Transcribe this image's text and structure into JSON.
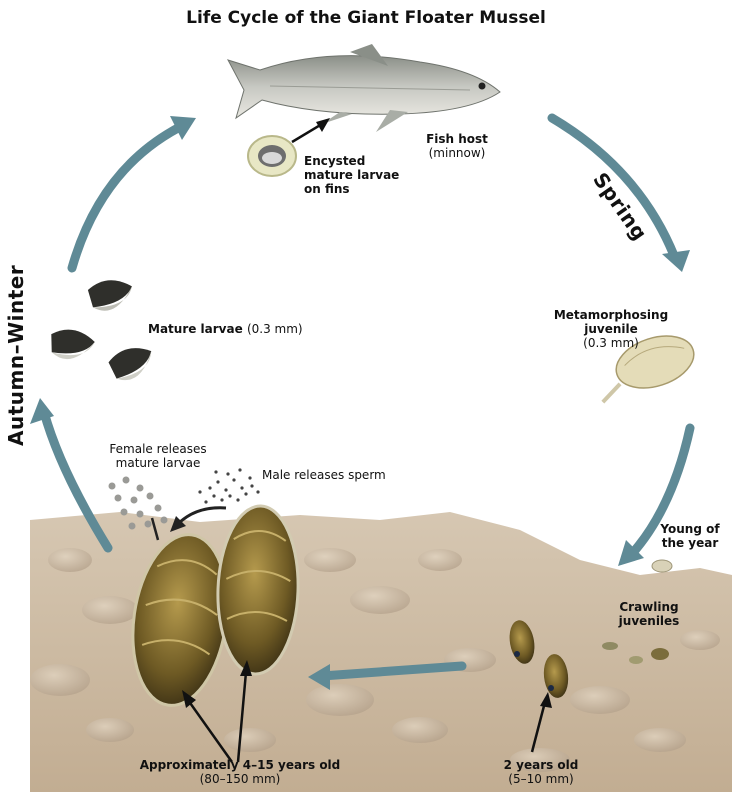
{
  "title": "Life Cycle of the Giant Floater Mussel",
  "seasons": {
    "spring": "Spring",
    "autumn_winter": "Autumn–Winter"
  },
  "fish_host": {
    "name": "Fish host",
    "detail": "(minnow)"
  },
  "encysted": {
    "line1": "Encysted",
    "line2": "mature larvae",
    "line3": "on fins"
  },
  "metamorphosing": {
    "line1": "Metamorphosing",
    "line2": "juvenile",
    "size": "(0.3 mm)"
  },
  "young_of_year": {
    "line1": "Young of",
    "line2": "the year"
  },
  "crawling": {
    "line1": "Crawling",
    "line2": "juveniles"
  },
  "two_years": {
    "label": "2 years old",
    "size": "(5–10 mm)"
  },
  "adults": {
    "label": "Approximately 4–15 years old",
    "size": "(80–150 mm)"
  },
  "mature_larvae": {
    "label": "Mature larvae",
    "size": "(0.3 mm)"
  },
  "female": {
    "line1": "Female releases",
    "line2": "mature larvae"
  },
  "male": "Male releases sperm",
  "colors": {
    "arrow": "#5f8a96",
    "riverbed": "#c9b7a0",
    "shell": "#5a4a1e",
    "fish": "#8a8f94"
  }
}
